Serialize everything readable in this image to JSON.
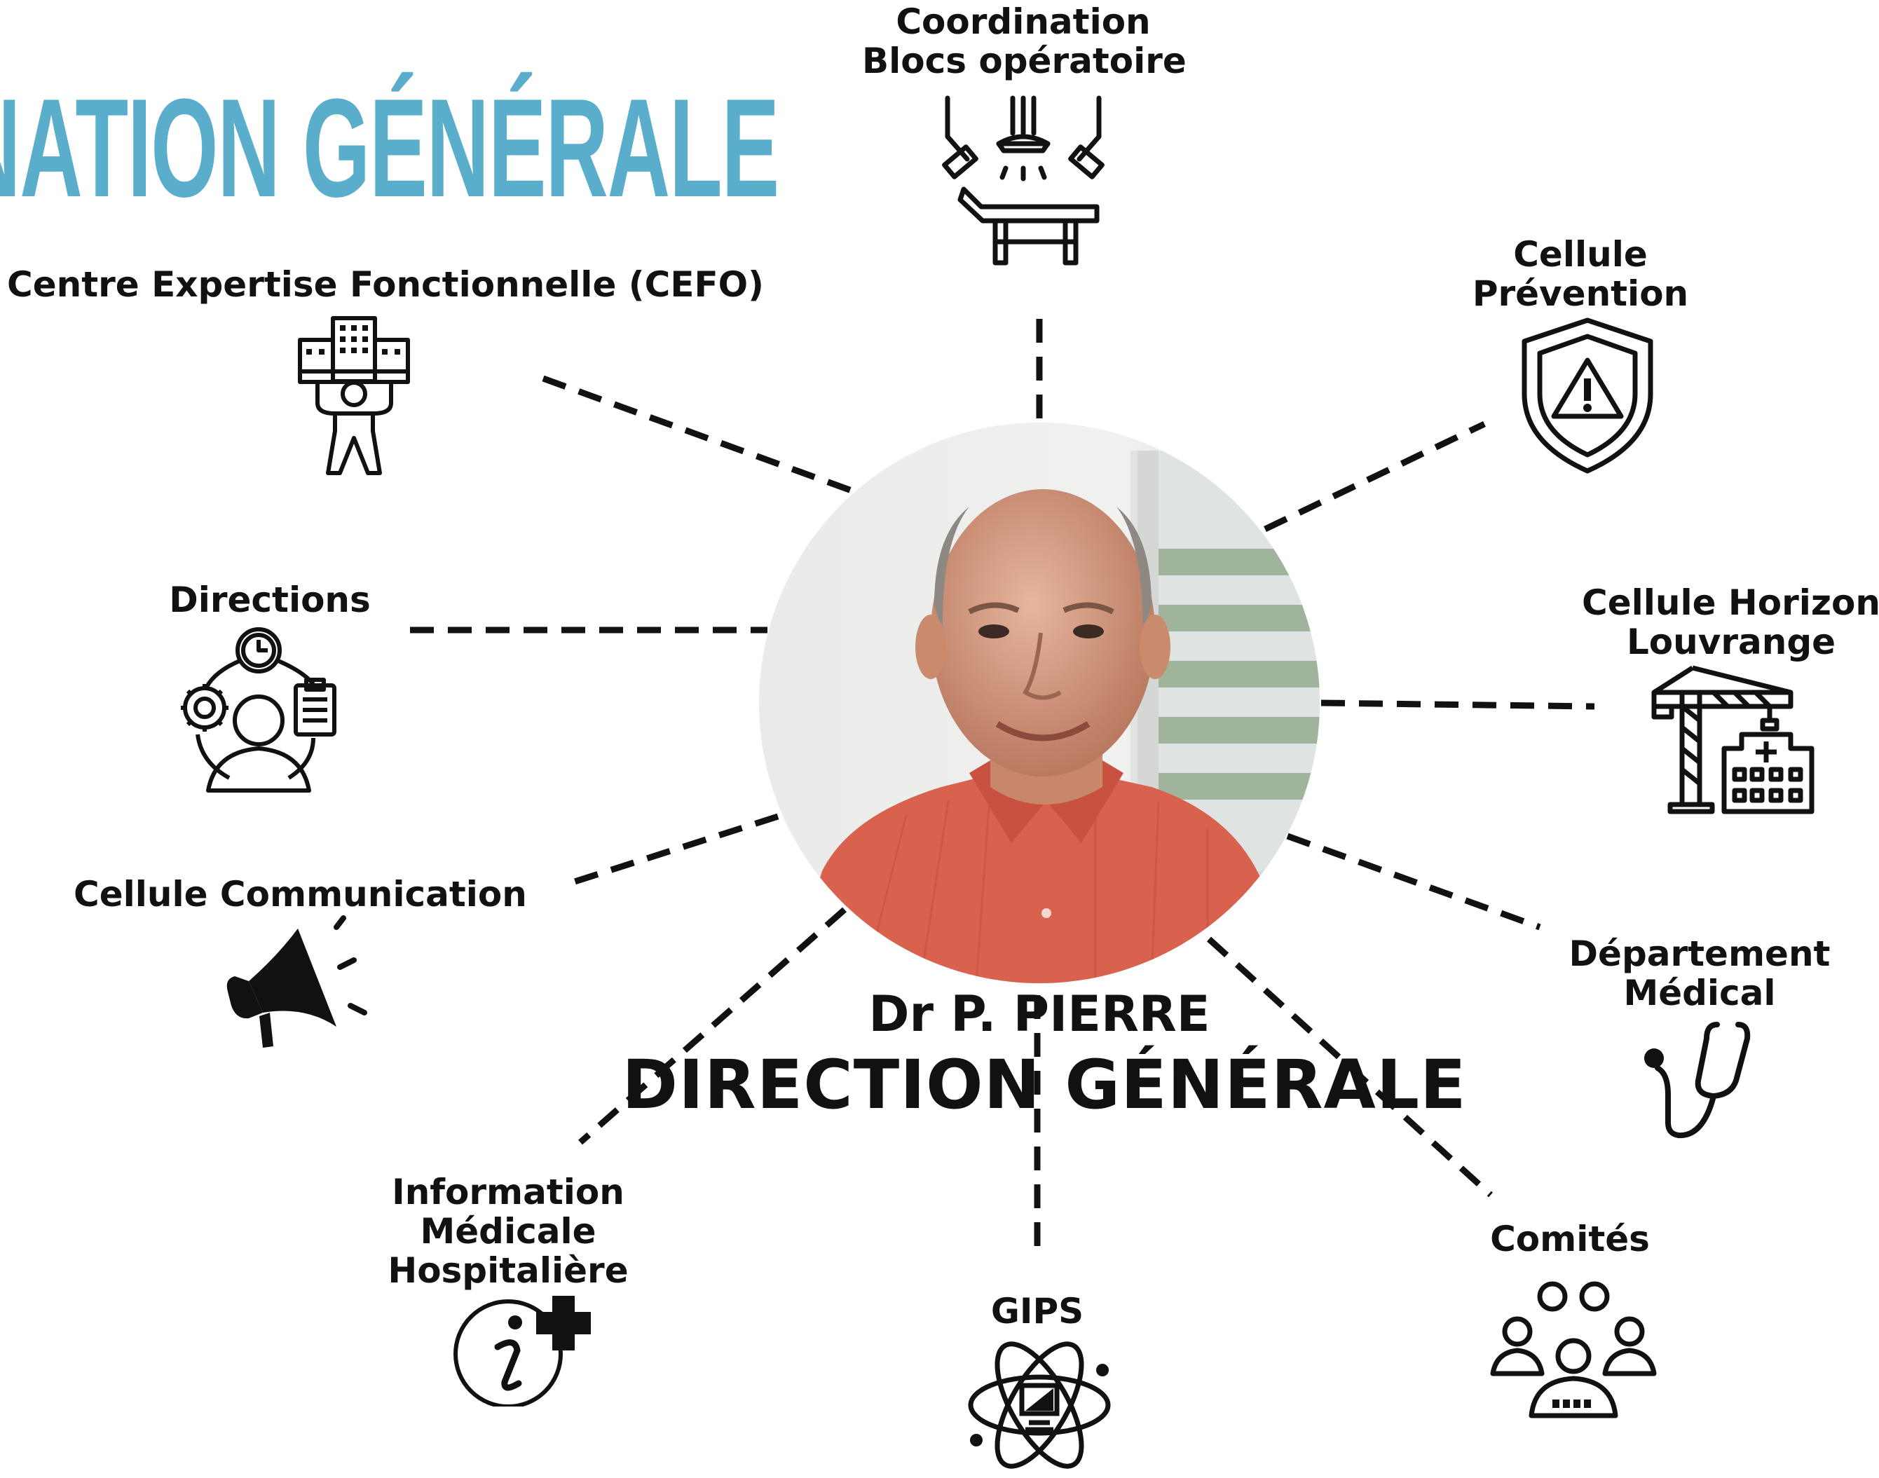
{
  "page": {
    "title": "NATION GÉNÉRALE"
  },
  "center": {
    "name": "Dr P. PIERRE",
    "title": "DIRECTION GÉNÉRALE"
  },
  "nodes": {
    "coordination": {
      "line1": "Coordination",
      "line2": "Blocs opératoire",
      "icon": "operating-room-icon"
    },
    "prevention": {
      "line1": "Cellule",
      "line2": "Prévention",
      "icon": "warning-shield-icon"
    },
    "horizon": {
      "line1": "Cellule Horizon",
      "line2": "Louvrange",
      "icon": "crane-hospital-icon"
    },
    "medical": {
      "line1": "Département",
      "line2": "Médical",
      "icon": "stethoscope-icon"
    },
    "comites": {
      "line1": "Comités",
      "icon": "group-icon"
    },
    "gips": {
      "line1": "GIPS",
      "icon": "atom-icon"
    },
    "imh": {
      "line1": "Information",
      "line2": "Médicale",
      "line3": "Hospitalière",
      "icon": "info-plus-icon"
    },
    "communication": {
      "line1": "Cellule Communication",
      "icon": "megaphone-icon"
    },
    "directions": {
      "line1": "Directions",
      "icon": "manager-tasks-icon"
    },
    "cefo": {
      "line1": "Centre Expertise Fonctionnelle (CEFO)",
      "icon": "person-lifting-buildings-icon"
    }
  },
  "colors": {
    "title": "#5aaecb",
    "text": "#111111",
    "connector": "#111111"
  }
}
